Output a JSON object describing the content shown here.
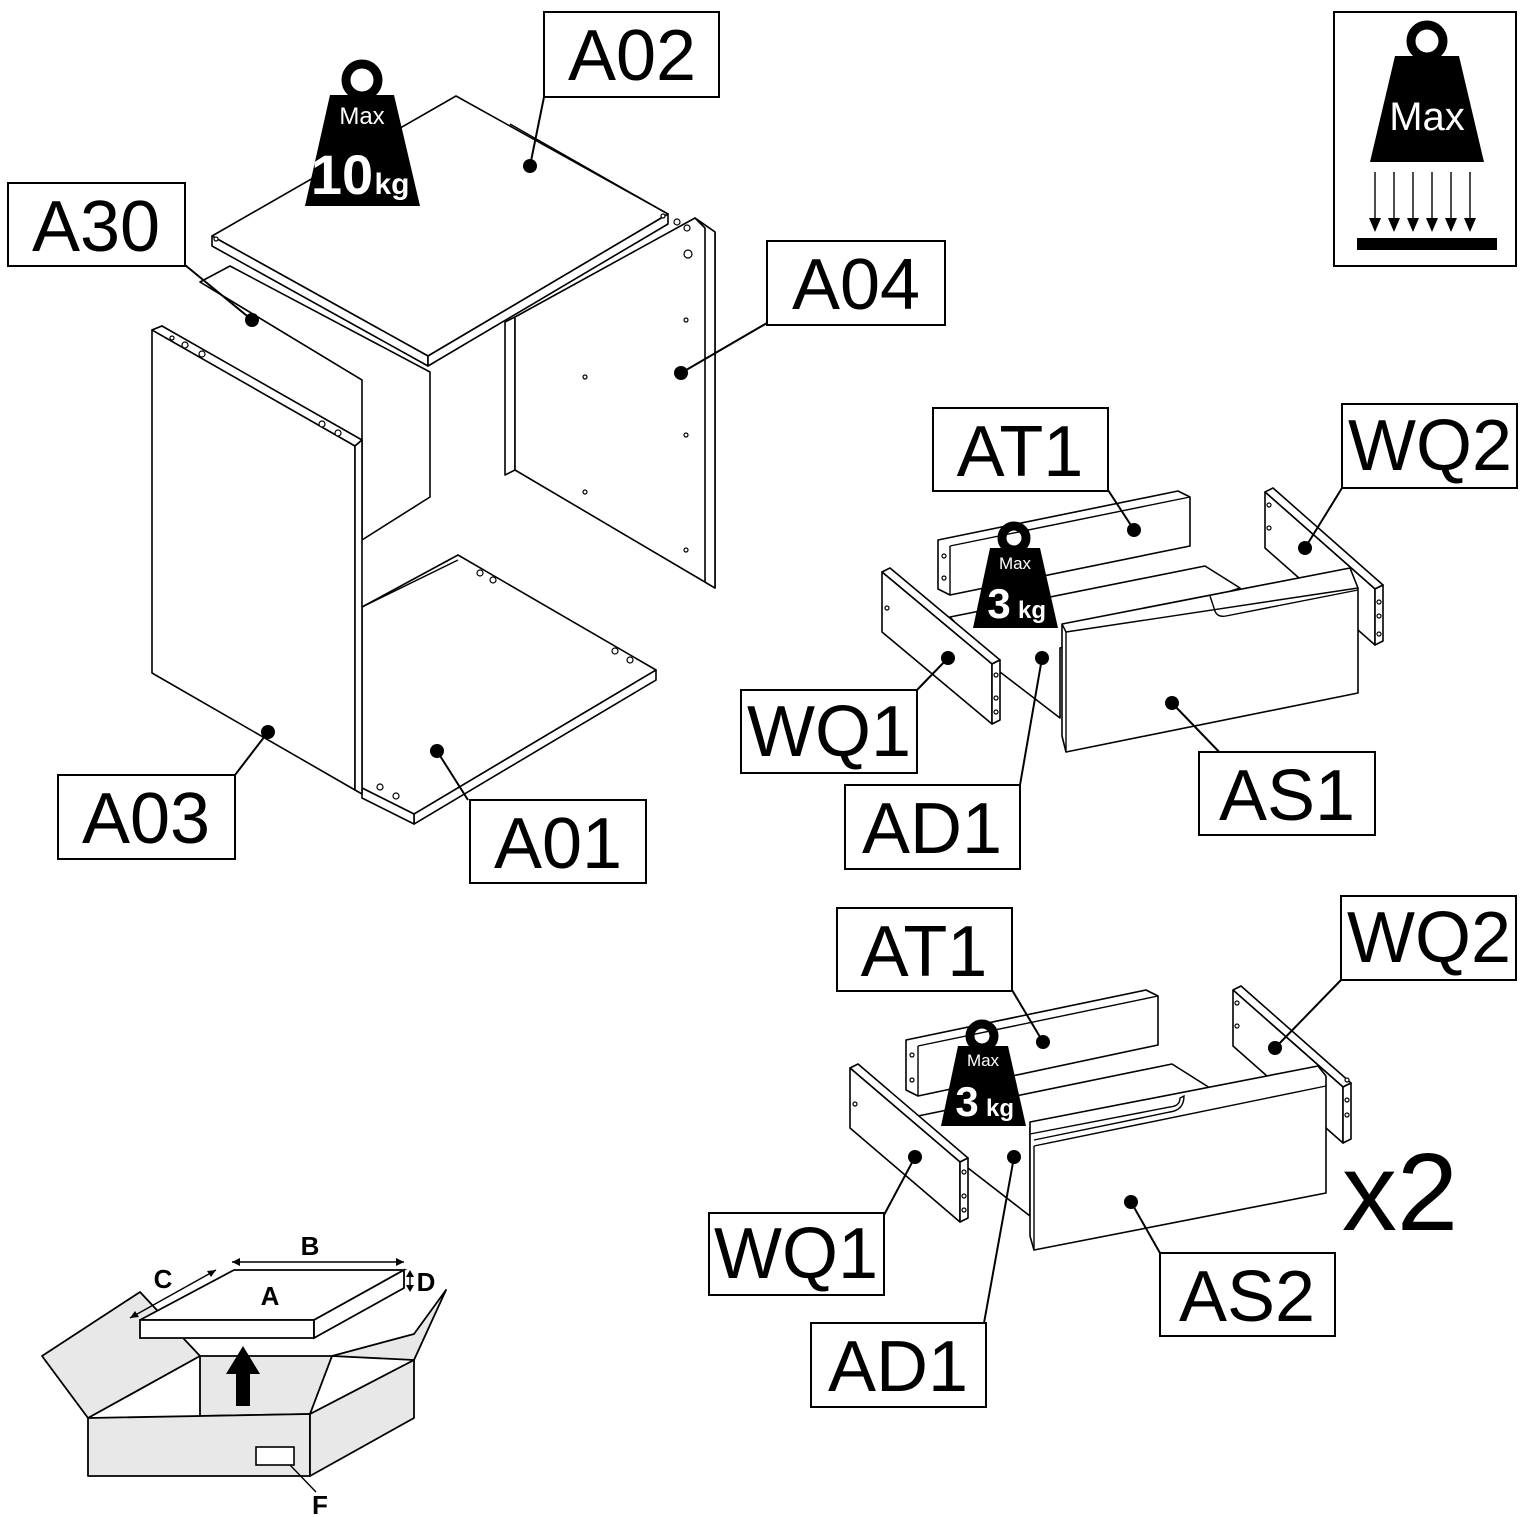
{
  "labels": {
    "a02": "A02",
    "a30": "A30",
    "a04": "A04",
    "a03": "A03",
    "a01": "A01",
    "drawer1": {
      "at1": "AT1",
      "wq2": "WQ2",
      "wq1": "WQ1",
      "ad1": "AD1",
      "as1": "AS1"
    },
    "drawer2": {
      "at1": "AT1",
      "wq2": "WQ2",
      "wq1": "WQ1",
      "ad1": "AD1",
      "as2": "AS2"
    }
  },
  "weights": {
    "cabinet": {
      "max": "Max",
      "value": "10",
      "unit": "kg"
    },
    "drawer1": {
      "max": "Max",
      "value": "3",
      "unit": "kg"
    },
    "drawer2": {
      "max": "Max",
      "value": "3",
      "unit": "kg"
    },
    "legend": {
      "max": "Max"
    }
  },
  "multiplier": "x2",
  "package": {
    "a": "A",
    "b": "B",
    "c": "C",
    "d": "D",
    "f": "F"
  }
}
